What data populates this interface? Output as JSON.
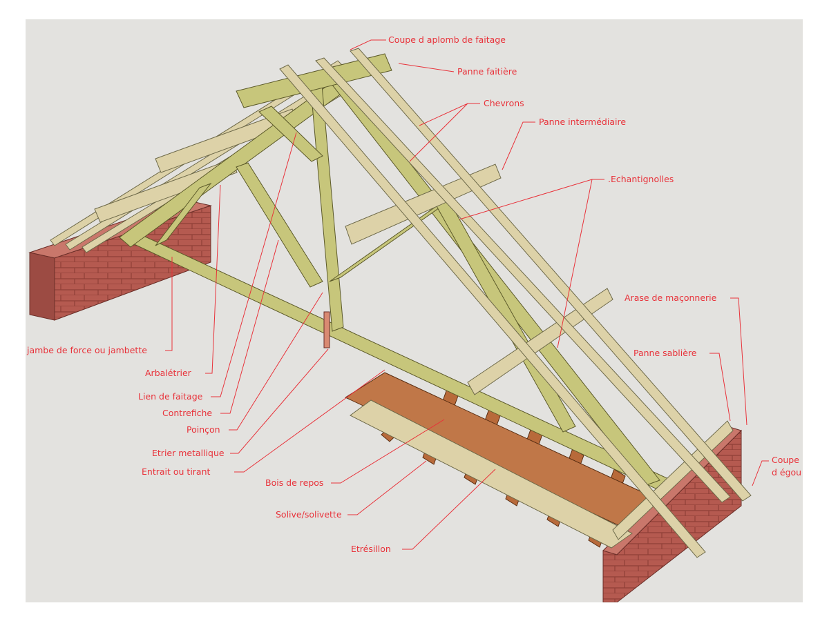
{
  "colors": {
    "background": "#e3e2df",
    "label": "#e8323a",
    "truss_wood": "#c7c67b",
    "batten_wood": "#ddd2a8",
    "joist_wood": "#b86a3a",
    "masonry": "#b55a50"
  },
  "labels": {
    "coupe_faitage": "Coupe d aplomb de faitage",
    "panne_faitiere": "Panne faitière",
    "chevrons": "Chevrons",
    "panne_intermediaire": "Panne intermédiaire",
    "echantignolles": ".Echantignolles",
    "arase": "Arase de maçonnerie",
    "panne_sabliere": "Panne sablière",
    "coupe_egout_1": "Coupe",
    "coupe_egout_2": "d égou",
    "jambe_force": "jambe de force ou jambette",
    "arbaletrier": "Arbalétrier",
    "lien_faitage": "Lien de faitage",
    "contrefiche": "Contrefiche",
    "poincon": "Poinçon",
    "etrier": "Etrier metallique",
    "entrait": "Entrait ou tirant",
    "bois_repos": "Bois de repos",
    "solive": "Solive/solivette",
    "etresillon": "Etrésillon"
  }
}
